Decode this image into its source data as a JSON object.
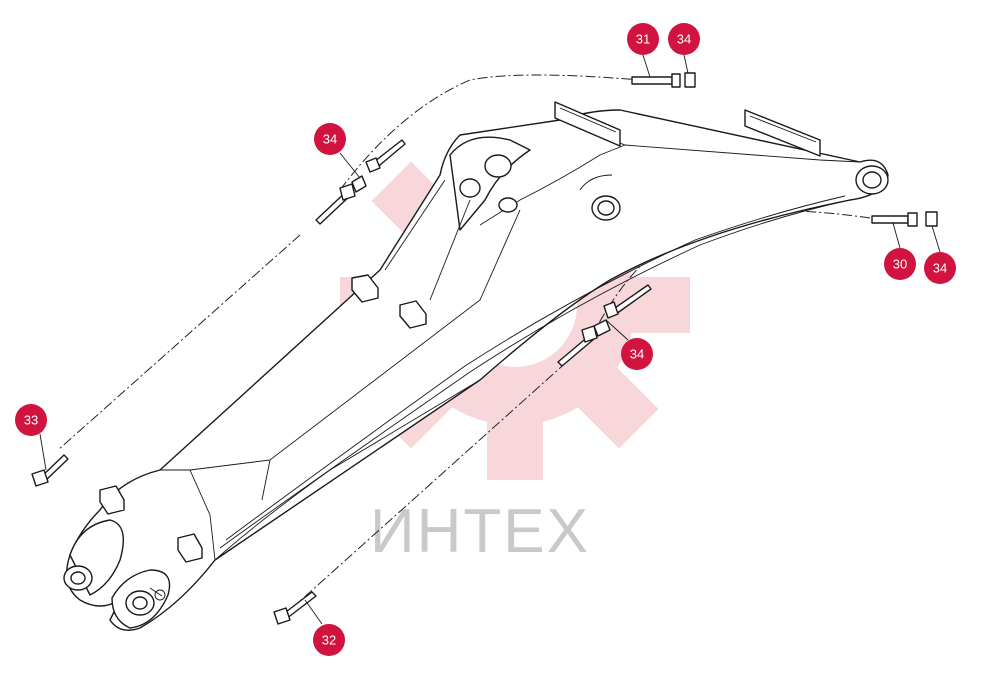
{
  "watermark": {
    "text": "ИНТЕХ",
    "logo": "gear-logo-icon"
  },
  "colors": {
    "callout": "#d0133f",
    "watermark_gear": "#f4c8cb",
    "watermark_text": "#c9c9c9",
    "line": "#1a1a1a"
  },
  "callouts": [
    {
      "id": "31",
      "label": "31"
    },
    {
      "id": "34a",
      "label": "34"
    },
    {
      "id": "34b",
      "label": "34"
    },
    {
      "id": "30",
      "label": "30"
    },
    {
      "id": "34c",
      "label": "34"
    },
    {
      "id": "34d",
      "label": "34"
    },
    {
      "id": "33",
      "label": "33"
    },
    {
      "id": "32",
      "label": "32"
    }
  ]
}
